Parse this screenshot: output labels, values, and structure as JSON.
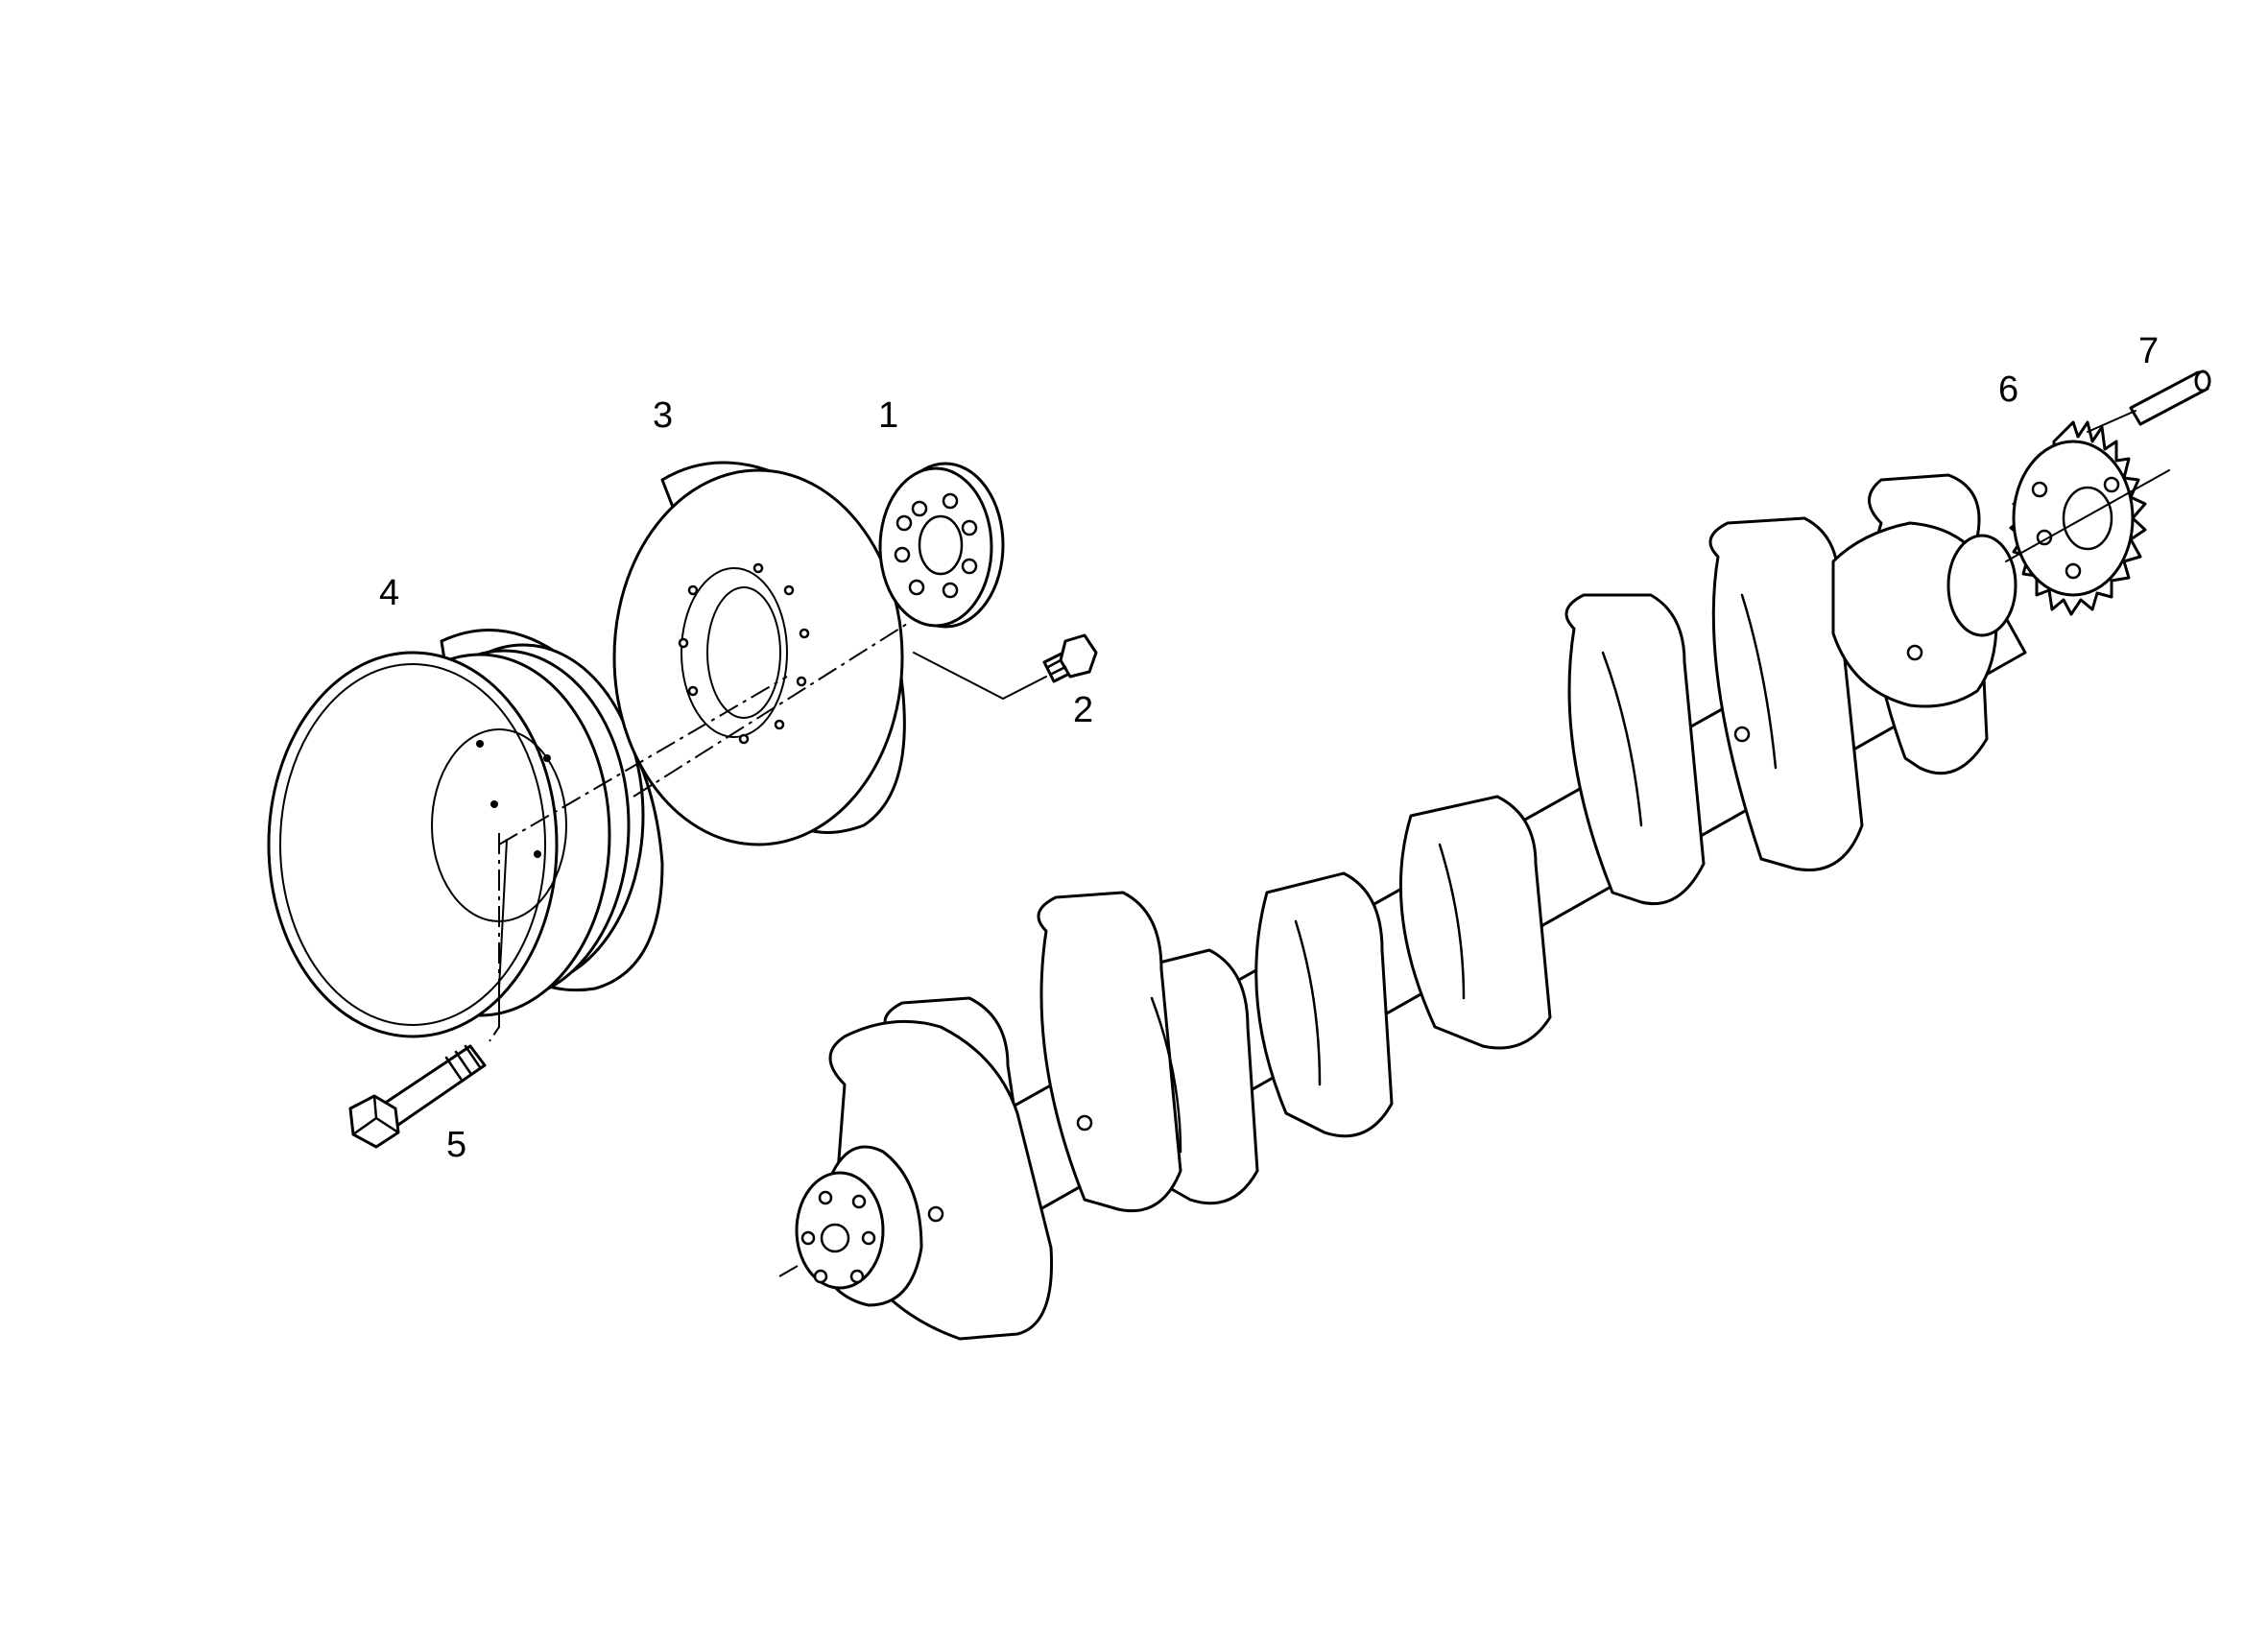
{
  "callouts": {
    "item1": "1",
    "item2": "2",
    "item3": "3",
    "item4": "4",
    "item5": "5",
    "item6": "6",
    "item7": "7"
  }
}
